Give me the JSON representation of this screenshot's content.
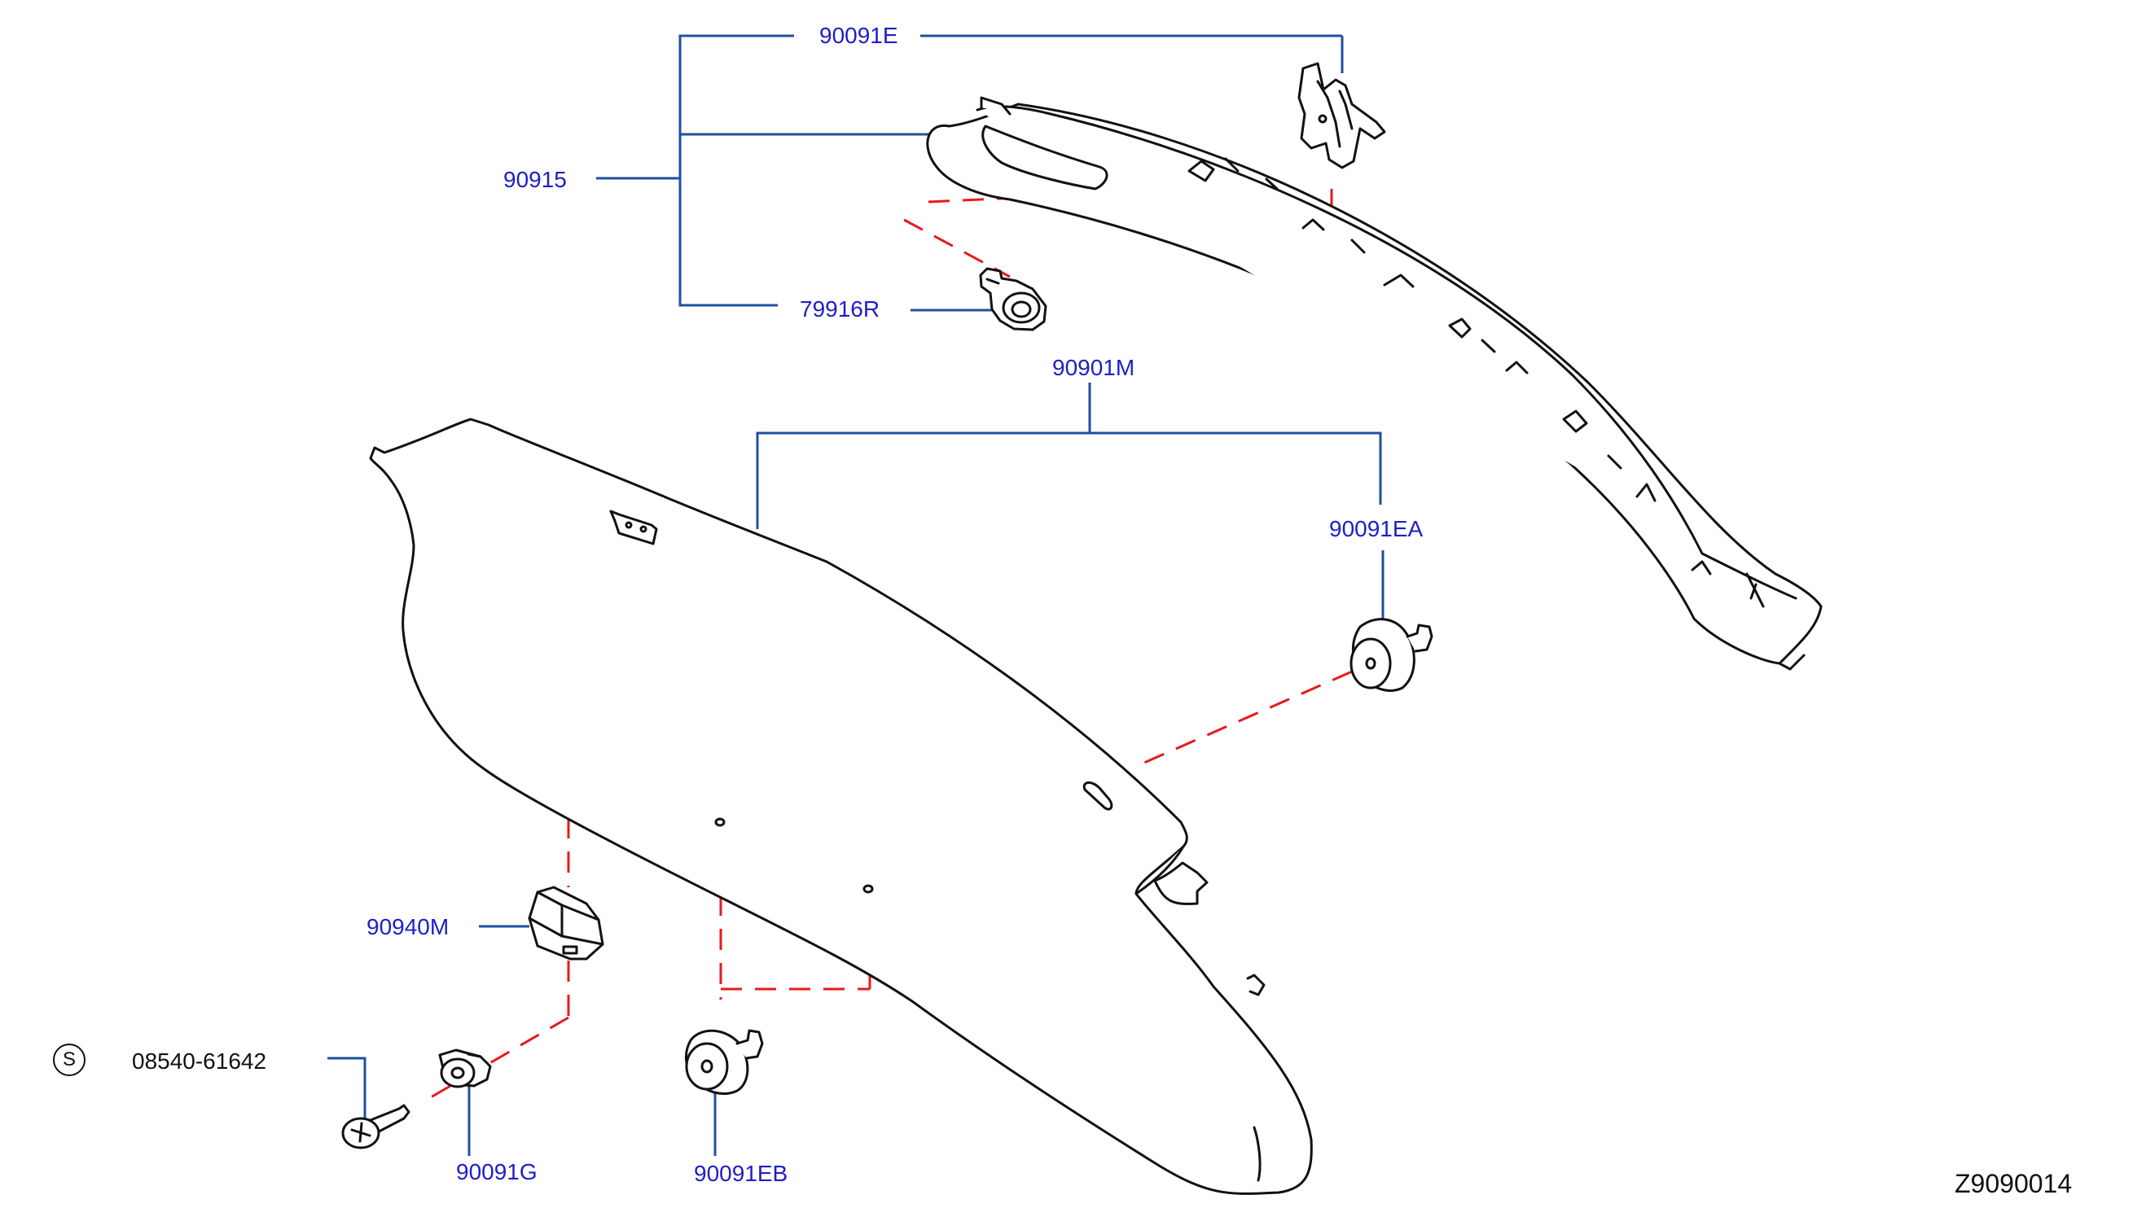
{
  "colors": {
    "leader": "#1f4fa0",
    "label": "#1e1ec8",
    "dashed": "#e8191e",
    "outline": "#111111"
  },
  "labels": {
    "p90091E": "90091E",
    "p90915": "90915",
    "p79916R": "79916R",
    "p90901M": "90901M",
    "p90091EA": "90091EA",
    "p90940M": "90940M",
    "p08540": "08540-61642",
    "p90091G": "90091G",
    "p90091EB": "90091EB"
  },
  "screw_marker": "S",
  "diagram_code": "Z9090014"
}
